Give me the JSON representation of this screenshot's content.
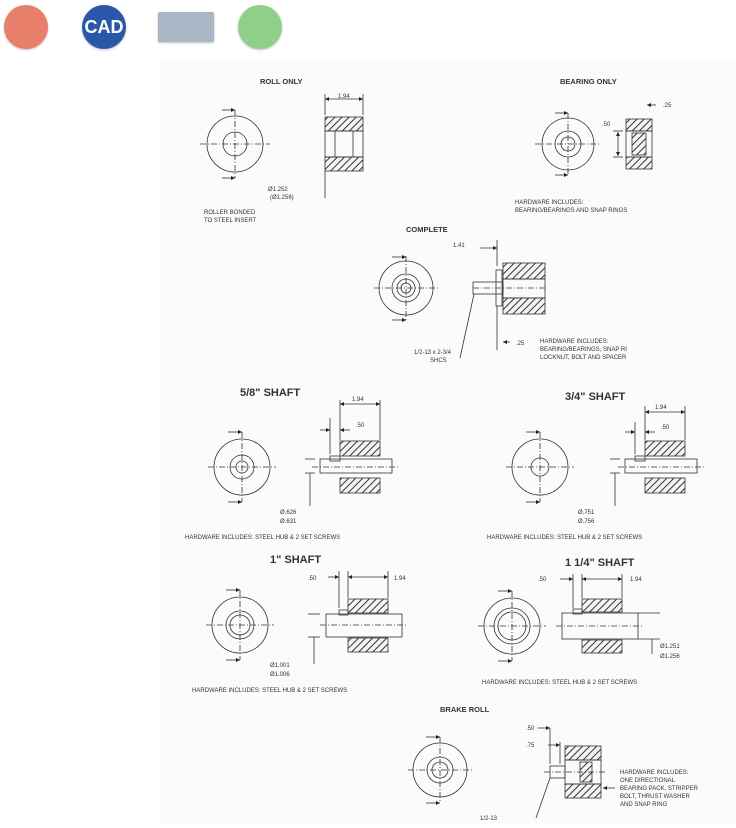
{
  "toolbar": {
    "buttons": [
      {
        "label": "",
        "icon": "step-file-icon",
        "color": "#e87f6a"
      },
      {
        "label": "CAD",
        "icon": "cad-icon",
        "color": "#2b57a8"
      },
      {
        "label": "",
        "icon": "print-icon",
        "color": "#aab5c6"
      },
      {
        "label": "",
        "icon": "dwg-file-icon",
        "color": "#8fcf8a"
      }
    ]
  },
  "drawing": {
    "roll_only": {
      "title": "ROLL ONLY",
      "dim_width": "1.94",
      "dim_dia_1": "Ø1.252",
      "dim_dia_2": "(Ø1.256)",
      "note_1": "ROLLER BONDED",
      "note_2": "TO STEEL INSERT"
    },
    "bearing_only": {
      "title": "BEARING ONLY",
      "dim_25": ".25",
      "dim_50": ".50",
      "note_1": "HARDWARE INCLUDES:",
      "note_2": "BEARING/BEARINGS AND SNAP RINGS"
    },
    "complete": {
      "title": "COMPLETE",
      "dim_141": "1.41",
      "dim_25": ".25",
      "bolt_1": "1/2-13 x 2-3/4",
      "bolt_2": "SHCS",
      "note_1": "HARDWARE INCLUDES:",
      "note_2": "BEARING/BEARINGS, SNAP RI",
      "note_3": "LOCKNUT, BOLT AND SPACER"
    },
    "shaft_58": {
      "title": "5/8\" SHAFT",
      "dim_194": "1.94",
      "dim_50": ".50",
      "dia_1": "Ø.626",
      "dia_2": "Ø.631",
      "note": "HARDWARE INCLUDES: STEEL HUB & 2 SET SCREWS"
    },
    "shaft_34": {
      "title": "3/4\" SHAFT",
      "dim_194": "1.94",
      "dim_50": ".50",
      "dia_1": "Ø.751",
      "dia_2": "Ø.756",
      "note": "HARDWARE INCLUDES: STEEL HUB & 2 SET SCREWS"
    },
    "shaft_1": {
      "title": "1\" SHAFT",
      "dim_50": ".50",
      "dim_194": "1.94",
      "dia_1": "Ø1.001",
      "dia_2": "Ø1.006",
      "note": "HARDWARE INCLUDES: STEEL HUB & 2 SET SCREWS"
    },
    "shaft_114": {
      "title": "1 1/4\" SHAFT",
      "dim_50": ".50",
      "dim_194": "1.94",
      "dia_1": "Ø1.251",
      "dia_2": "Ø1.256",
      "note": "HARDWARE INCLUDES: STEEL HUB & 2 SET SCREWS"
    },
    "brake_roll": {
      "title": "BRAKE ROLL",
      "dim_50": ".50",
      "dim_75": ".75",
      "bolt": "1/2-13",
      "note_1": "HARDWARE INCLUDES:",
      "note_2": "ONE DIRECTIONAL",
      "note_3": "BEARING PACK, STRIPPER",
      "note_4": "BOLT, THRUST WASHER",
      "note_5": "AND SNAP RING"
    }
  }
}
